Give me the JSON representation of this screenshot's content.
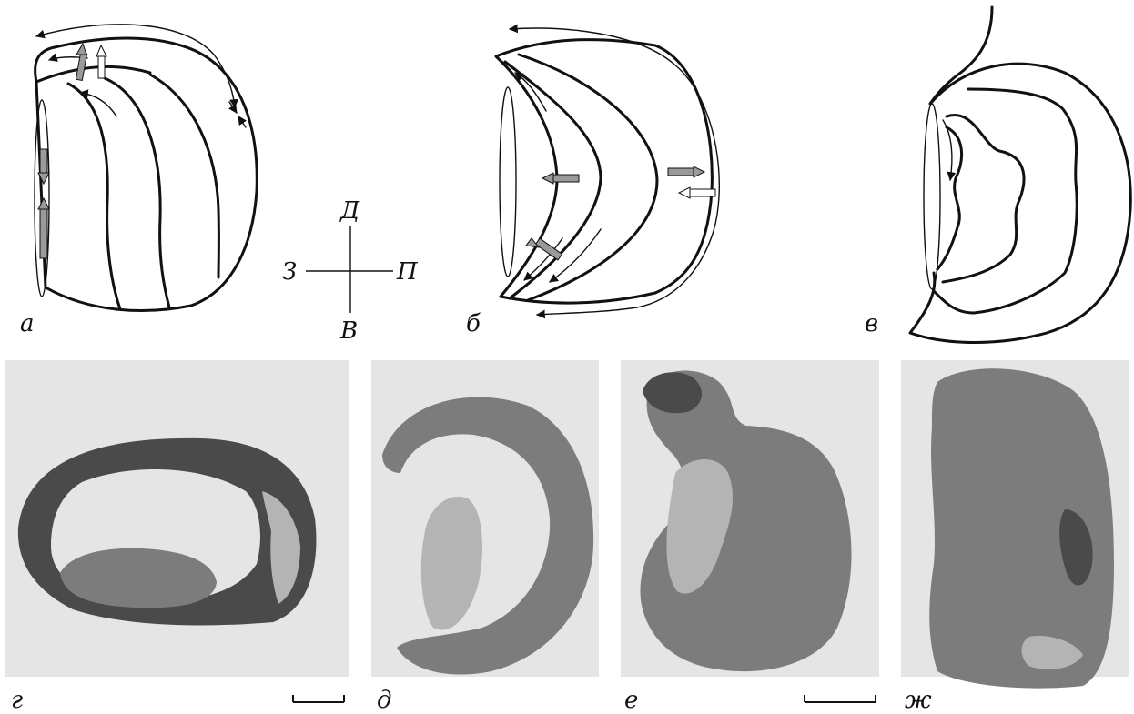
{
  "panel_labels": {
    "a": "а",
    "b": "б",
    "v": "в",
    "g": "г",
    "d": "д",
    "e": "е",
    "zh": "ж"
  },
  "axes": {
    "top": "Д",
    "bottom": "В",
    "left": "З",
    "right": "П"
  },
  "colors": {
    "stroke": "#111111",
    "photo_background": "#e5e5e5",
    "arrow_gray": "#9a9a9a",
    "arrow_white": "#ffffff"
  }
}
